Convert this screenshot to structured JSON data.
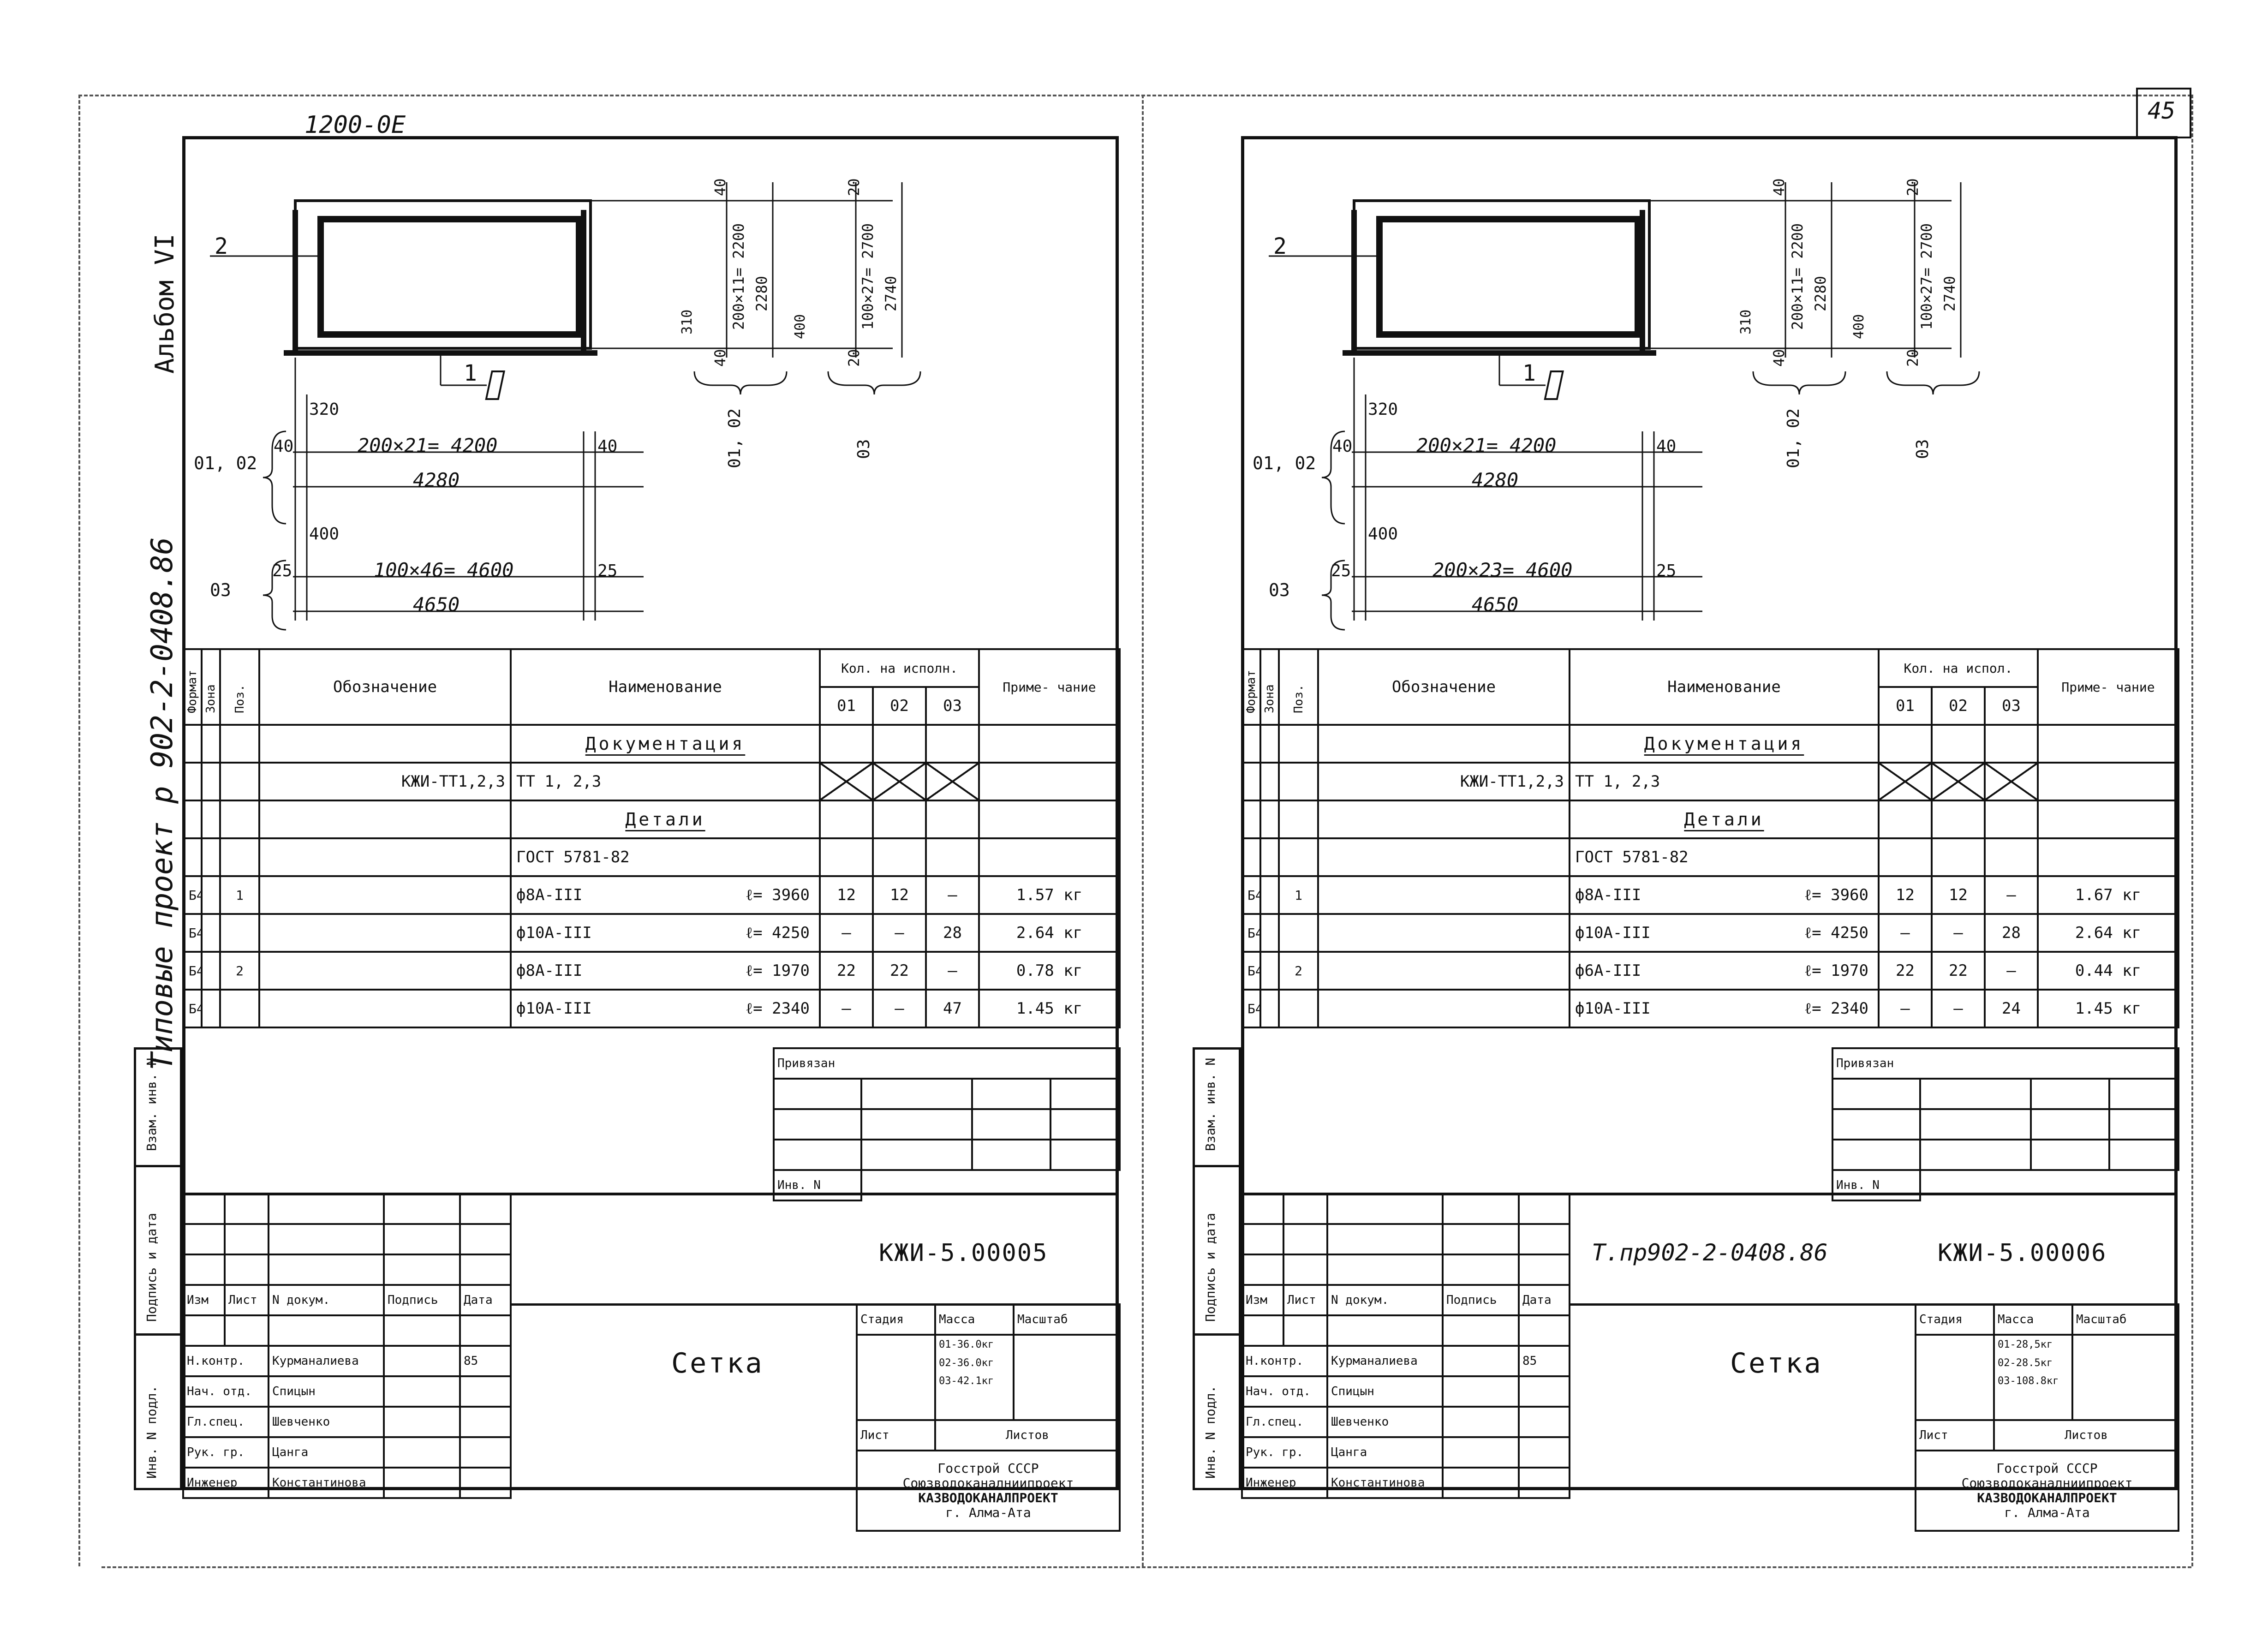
{
  "top_note": "1200-0E",
  "page_number": "45",
  "sheets": [
    {
      "album_label": "Альбом VI",
      "project_label": "Типовые проект р 902-2-0408.86",
      "drawing": {
        "pos2": "2",
        "pos1": "1",
        "dim_320": "320",
        "dim_400": "400",
        "dim_40a": "40",
        "dim_40b": "40",
        "dim_25a": "25",
        "dim_25b": "25",
        "rows01": "01, 02",
        "rows03": "03",
        "spacing_a": "200×21= 4200",
        "total_a": "4280",
        "spacing_b": "100×46= 4600",
        "total_b": "4650",
        "v_40": "40",
        "v_spacing_a": "200×11= 2200",
        "v_total_a": "2280",
        "v_310": "310",
        "v_400": "400",
        "v_40b": "40",
        "v_20": "20",
        "v_spacing_b": "100×27= 2700",
        "v_total_b": "2740",
        "v_20b": "20",
        "v_label_a": "01, 02",
        "v_label_b": "03"
      },
      "spec": {
        "h_format": "Формат",
        "h_zone": "Зона",
        "h_pos": "Поз.",
        "h_designation": "Обозначение",
        "h_name": "Наименование",
        "h_qty": "Кол. на исполн.",
        "h_q1": "01",
        "h_q2": "02",
        "h_q3": "03",
        "h_note": "Приме- чание",
        "sec_docs": "Документация",
        "doc_designation": "КЖИ-ТТ1,2,3",
        "doc_name": "ТТ 1, 2,3",
        "sec_details": "Детали",
        "gost": "ГОСТ 5781-82",
        "rows": [
          {
            "fmt": "Б4",
            "pos": "1",
            "name": "ф8А-III",
            "len": "ℓ= 3960",
            "q1": "12",
            "q2": "12",
            "q3": "—",
            "note": "1.57 кг"
          },
          {
            "fmt": "Б4",
            "pos": "",
            "name": "ф10А-III",
            "len": "ℓ= 4250",
            "q1": "—",
            "q2": "—",
            "q3": "28",
            "note": "2.64 кг"
          },
          {
            "fmt": "Б4",
            "pos": "2",
            "name": "ф8А-III",
            "len": "ℓ= 1970",
            "q1": "22",
            "q2": "22",
            "q3": "—",
            "note": "0.78 кг"
          },
          {
            "fmt": "Б4",
            "pos": "",
            "name": "ф10А-III",
            "len": "ℓ= 2340",
            "q1": "—",
            "q2": "—",
            "q3": "47",
            "note": "1.45 кг"
          }
        ]
      },
      "side_labels": {
        "vzam": "Взам. инв. N",
        "podpis": "Подпись и дата",
        "inv": "Инв. N подл."
      },
      "title_block": {
        "privyazan": "Привязан",
        "inv_n": "Инв. N",
        "project_code": "",
        "code": "КЖИ-5.00005",
        "izm": "Изм",
        "list": "Лист",
        "ndokum": "N докум.",
        "podpis": "Подпись",
        "data": "Дата",
        "title": "Сетка",
        "stadiya": "Стадия",
        "massa": "Масса",
        "masshtab": "Масштаб",
        "mass1": "01-36.0кг",
        "mass2": "02-36.0кг",
        "mass3": "03-42.1кг",
        "list2": "Лист",
        "listov": "Листов",
        "org1": "Госстрой СССР",
        "org2": "Союзводоканалниипроект",
        "org3": "КАЗВОДОКАНАЛПРОЕКТ",
        "org4": "г. Алма-Ата",
        "roles": [
          {
            "role": "Н.контр.",
            "name": "Курманалиева"
          },
          {
            "role": "Нач. отд.",
            "name": "Спицын"
          },
          {
            "role": "Гл.спец.",
            "name": "Шевченко"
          },
          {
            "role": "Рук. гр.",
            "name": "Цанга"
          },
          {
            "role": "Инженер",
            "name": "Константинова"
          }
        ],
        "sig_date": "85"
      }
    },
    {
      "album_label": "",
      "project_label": "",
      "drawing": {
        "pos2": "2",
        "pos1": "1",
        "dim_320": "320",
        "dim_400": "400",
        "dim_40a": "40",
        "dim_40b": "40",
        "dim_25a": "25",
        "dim_25b": "25",
        "rows01": "01, 02",
        "rows03": "03",
        "spacing_a": "200×21= 4200",
        "total_a": "4280",
        "spacing_b": "200×23= 4600",
        "total_b": "4650",
        "v_40": "40",
        "v_spacing_a": "200×11= 2200",
        "v_total_a": "2280",
        "v_310": "310",
        "v_400": "400",
        "v_40b": "40",
        "v_20": "20",
        "v_spacing_b": "100×27= 2700",
        "v_total_b": "2740",
        "v_20b": "20",
        "v_label_a": "01, 02",
        "v_label_b": "03"
      },
      "spec": {
        "h_format": "Формат",
        "h_zone": "Зона",
        "h_pos": "Поз.",
        "h_designation": "Обозначение",
        "h_name": "Наименование",
        "h_qty": "Кол. на испол.",
        "h_q1": "01",
        "h_q2": "02",
        "h_q3": "03",
        "h_note": "Приме- чание",
        "sec_docs": "Документация",
        "doc_designation": "КЖИ-ТТ1,2,3",
        "doc_name": "ТТ 1, 2,3",
        "sec_details": "Детали",
        "gost": "ГОСТ 5781-82",
        "rows": [
          {
            "fmt": "Б4",
            "pos": "1",
            "name": "ф8А-III",
            "len": "ℓ= 3960",
            "q1": "12",
            "q2": "12",
            "q3": "—",
            "note": "1.67 кг"
          },
          {
            "fmt": "Б4",
            "pos": "",
            "name": "ф10А-III",
            "len": "ℓ= 4250",
            "q1": "—",
            "q2": "—",
            "q3": "28",
            "note": "2.64 кг"
          },
          {
            "fmt": "Б4",
            "pos": "2",
            "name": "ф6А-III",
            "len": "ℓ= 1970",
            "q1": "22",
            "q2": "22",
            "q3": "—",
            "note": "0.44 кг"
          },
          {
            "fmt": "Б4",
            "pos": "",
            "name": "ф10А-III",
            "len": "ℓ= 2340",
            "q1": "—",
            "q2": "—",
            "q3": "24",
            "note": "1.45 кг"
          }
        ]
      },
      "side_labels": {
        "vzam": "Взам. инв. N",
        "podpis": "Подпись и дата",
        "inv": "Инв. N подл."
      },
      "title_block": {
        "privyazan": "Привязан",
        "inv_n": "Инв. N",
        "project_code": "Т.пр902-2-0408.86",
        "code": "КЖИ-5.00006",
        "izm": "Изм",
        "list": "Лист",
        "ndokum": "N докум.",
        "podpis": "Подпись",
        "data": "Дата",
        "title": "Сетка",
        "stadiya": "Стадия",
        "massa": "Масса",
        "masshtab": "Масштаб",
        "mass1": "01-28,5кг",
        "mass2": "02-28.5кг",
        "mass3": "03-108.8кг",
        "list2": "Лист",
        "listov": "Листов",
        "org1": "Госстрой СССР",
        "org2": "Союзводоканалниипроект",
        "org3": "КАЗВОДОКАНАЛПРОЕКТ",
        "org4": "г. Алма-Ата",
        "roles": [
          {
            "role": "Н.контр.",
            "name": "Курманалиева"
          },
          {
            "role": "Нач. отд.",
            "name": "Спицын"
          },
          {
            "role": "Гл.спец.",
            "name": "Шевченко"
          },
          {
            "role": "Рук. гр.",
            "name": "Цанга"
          },
          {
            "role": "Инженер",
            "name": "Константинова"
          }
        ],
        "sig_date": "85"
      }
    }
  ]
}
